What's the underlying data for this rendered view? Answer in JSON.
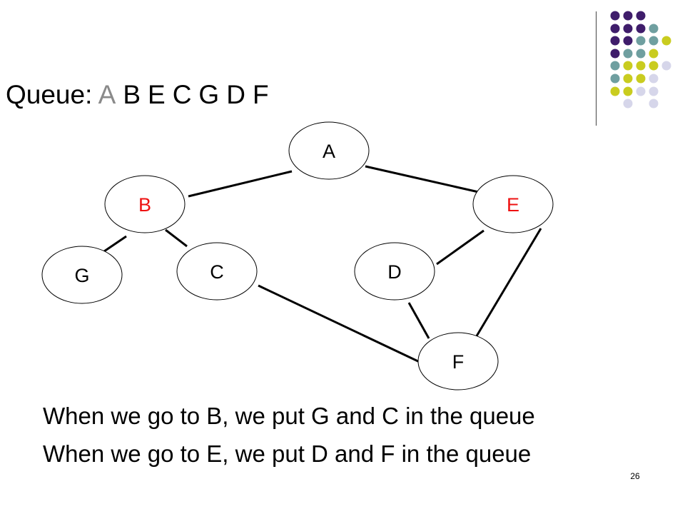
{
  "queue": {
    "label": "Queue:",
    "items": [
      {
        "label": "A",
        "visited": true
      },
      {
        "label": "B",
        "visited": false
      },
      {
        "label": "E",
        "visited": false
      },
      {
        "label": "C",
        "visited": false
      },
      {
        "label": "G",
        "visited": false
      },
      {
        "label": "D",
        "visited": false
      },
      {
        "label": "F",
        "visited": false
      }
    ]
  },
  "graph": {
    "nodes": [
      {
        "id": "A",
        "label": "A",
        "highlighted": false
      },
      {
        "id": "B",
        "label": "B",
        "highlighted": true
      },
      {
        "id": "E",
        "label": "E",
        "highlighted": true
      },
      {
        "id": "G",
        "label": "G",
        "highlighted": false
      },
      {
        "id": "C",
        "label": "C",
        "highlighted": false
      },
      {
        "id": "D",
        "label": "D",
        "highlighted": false
      },
      {
        "id": "F",
        "label": "F",
        "highlighted": false
      }
    ],
    "edges": [
      {
        "from": "A",
        "to": "B"
      },
      {
        "from": "A",
        "to": "E"
      },
      {
        "from": "B",
        "to": "G"
      },
      {
        "from": "B",
        "to": "C"
      },
      {
        "from": "E",
        "to": "D"
      },
      {
        "from": "E",
        "to": "F"
      },
      {
        "from": "C",
        "to": "F"
      },
      {
        "from": "D",
        "to": "F"
      }
    ]
  },
  "captions": {
    "line1": "When we go to B, we put G and C in the queue",
    "line2": "When we go to E, we put D and F in the queue"
  },
  "page_number": "26",
  "colors": {
    "highlight": "#ee1111",
    "visited": "#8a8a8a",
    "dot_purple": "#3f1d6b",
    "dot_teal": "#6f9fa0",
    "dot_yellow": "#c9cc1f",
    "dot_lavender": "#d6d6ea"
  }
}
